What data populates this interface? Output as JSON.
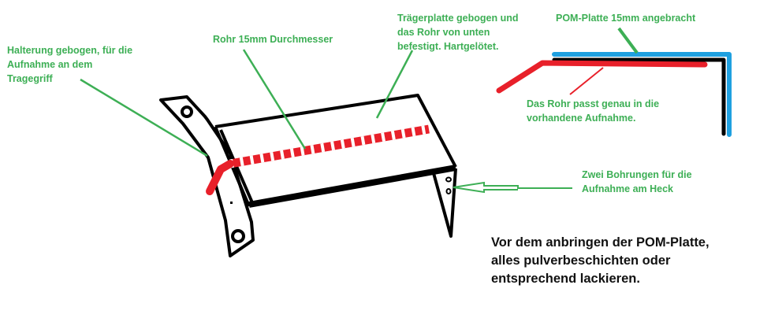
{
  "labels": {
    "halterung": [
      "Halterung gebogen, für die",
      "Aufnahme an dem",
      "Tragegriff"
    ],
    "rohr": "Rohr 15mm Durchmesser",
    "traegerplatte": [
      "Trägerplatte gebogen und",
      "das Rohr von unten",
      "befestigt. Hartgelötet."
    ],
    "pom": "POM-Platte 15mm angebracht",
    "rohr_passt": [
      "Das Rohr passt genau in die",
      "vorhandene Aufnahme."
    ],
    "bohrungen": [
      "Zwei Bohrungen für die",
      "Aufnahme am Heck"
    ]
  },
  "note": [
    "Vor dem anbringen der POM-Platte,",
    "alles pulverbeschichten oder",
    "entsprechend lackieren."
  ],
  "colors": {
    "label": "#3daf55",
    "tube": "#e8202a",
    "pom": "#1fa0e0",
    "frame": "#000000"
  }
}
